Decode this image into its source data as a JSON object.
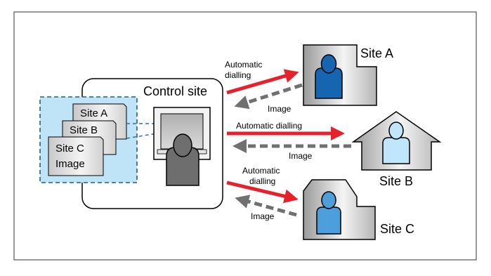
{
  "colors": {
    "red_arrow": "#e8202a",
    "gray_arrow": "#707070",
    "panel_fill": "#bfe3f7",
    "panel_border": "#1f5f8a",
    "figure_dark_blue": "#1565b0",
    "figure_light_blue": "#bfe6fb",
    "figure_mid_blue": "#4d9fdb",
    "operator_gray": "#6e6e6e"
  },
  "control": {
    "title": "Control site",
    "docs": [
      "Site A",
      "Site B",
      "Site C",
      "Image"
    ]
  },
  "sites": {
    "a": {
      "label": "Site A"
    },
    "b": {
      "label": "Site B"
    },
    "c": {
      "label": "Site C"
    }
  },
  "links": {
    "a": {
      "dial_line1": "Automatic",
      "dial_line2": "dialling",
      "image": "Image"
    },
    "b": {
      "dial": "Automatic dialling",
      "image": "Image"
    },
    "c": {
      "dial_line1": "Automatic",
      "dial_line2": "dialling",
      "image": "Image"
    }
  },
  "icons": [
    "person-figure-icon",
    "computer-monitor-icon",
    "house-icon",
    "building-icon"
  ]
}
